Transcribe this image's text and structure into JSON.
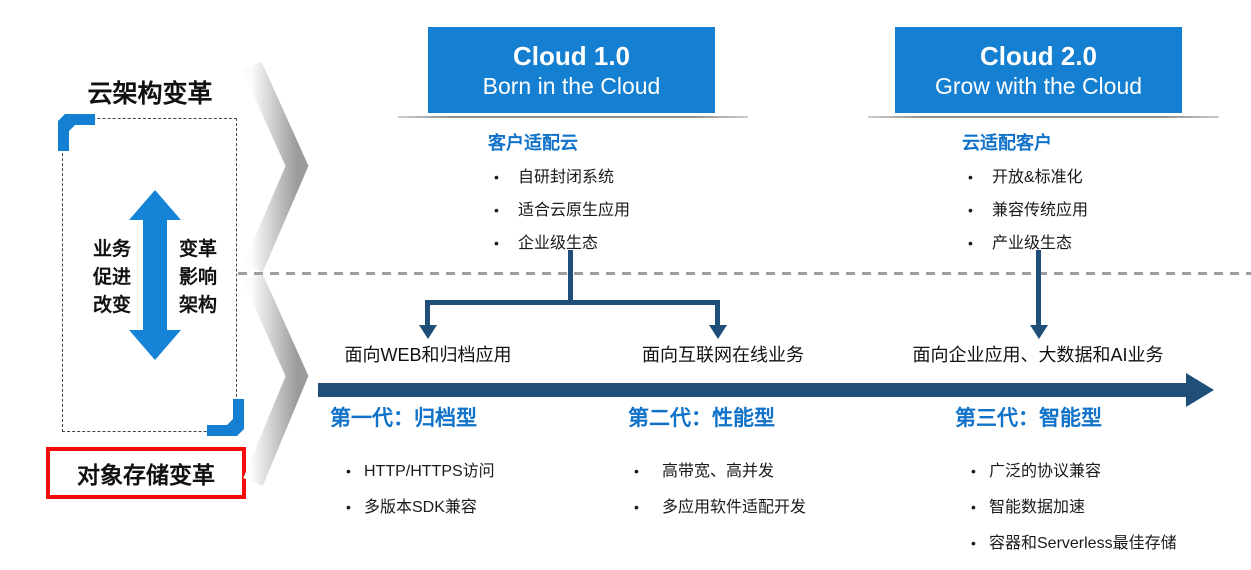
{
  "ui": {
    "bullet_char": "•"
  },
  "left_panel": {
    "title": "云架构变革",
    "cycle_left": [
      "业务",
      "促进",
      "改变"
    ],
    "cycle_right": [
      "变革",
      "影响",
      "架构"
    ],
    "bottom_title": "对象存储变革"
  },
  "clouds": [
    {
      "title": "Cloud 1.0",
      "subtitle": "Born in the Cloud",
      "heading": "客户适配云",
      "bullets": [
        "自研封闭系统",
        "适合云原生应用",
        "企业级生态"
      ]
    },
    {
      "title": "Cloud 2.0",
      "subtitle": "Grow with the Cloud",
      "heading": "云适配客户",
      "bullets": [
        "开放&标准化",
        "兼容传统应用",
        "产业级生态"
      ]
    }
  ],
  "workload_labels": [
    "面向WEB和归档应用",
    "面向互联网在线业务",
    "面向企业应用、大数据和AI业务"
  ],
  "generations": [
    {
      "title": "第一代：归档型",
      "bullets": [
        "HTTP/HTTPS访问",
        "多版本SDK兼容"
      ]
    },
    {
      "title": "第二代：性能型",
      "bullets": [
        "高带宽、高并发",
        "多应用软件适配开发"
      ]
    },
    {
      "title": "第三代：智能型",
      "bullets": [
        "广泛的协议兼容",
        "智能数据加速",
        "容器和Serverless最佳存储"
      ]
    }
  ],
  "colors": {
    "azure": "#1580D2",
    "navy": "#1F4E79",
    "heading_blue": "#1072C8",
    "red": "#F20D0D",
    "dash_gray": "#9E9E9E"
  }
}
